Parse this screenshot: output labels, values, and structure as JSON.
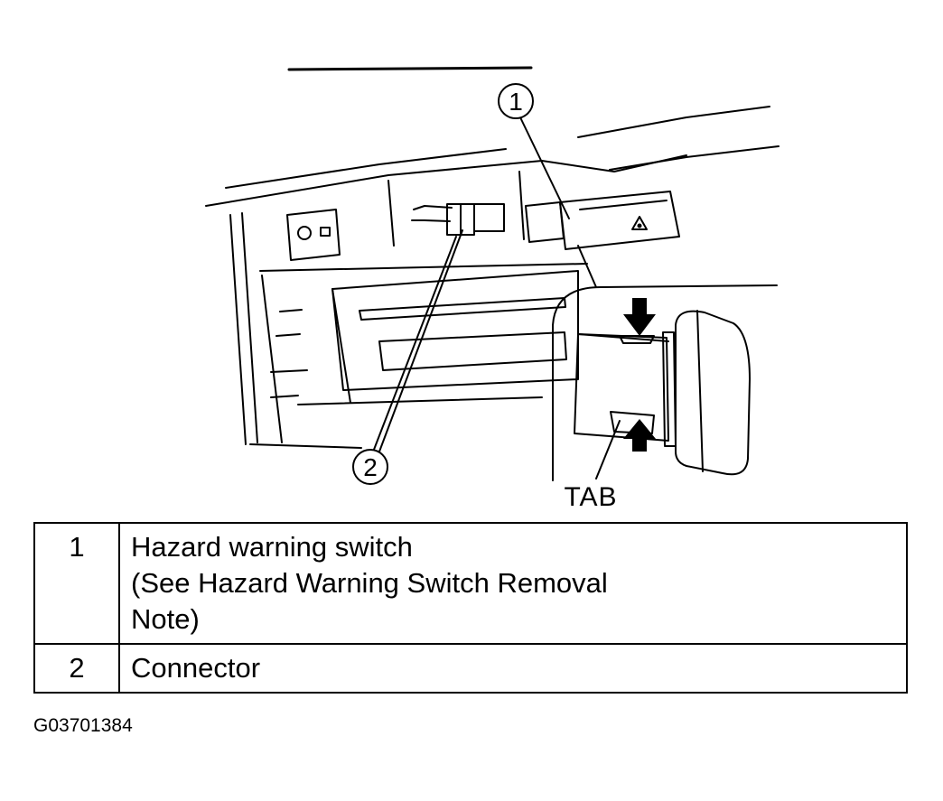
{
  "diagram": {
    "callout_1": "1",
    "callout_2": "2",
    "tab_label": "TAB"
  },
  "legend": {
    "rows": [
      {
        "number": "1",
        "lines": [
          "Hazard warning switch",
          "(See Hazard Warning Switch Removal",
          "Note)"
        ]
      },
      {
        "number": "2",
        "lines": [
          "Connector"
        ]
      }
    ]
  },
  "figure_id": "G03701384"
}
